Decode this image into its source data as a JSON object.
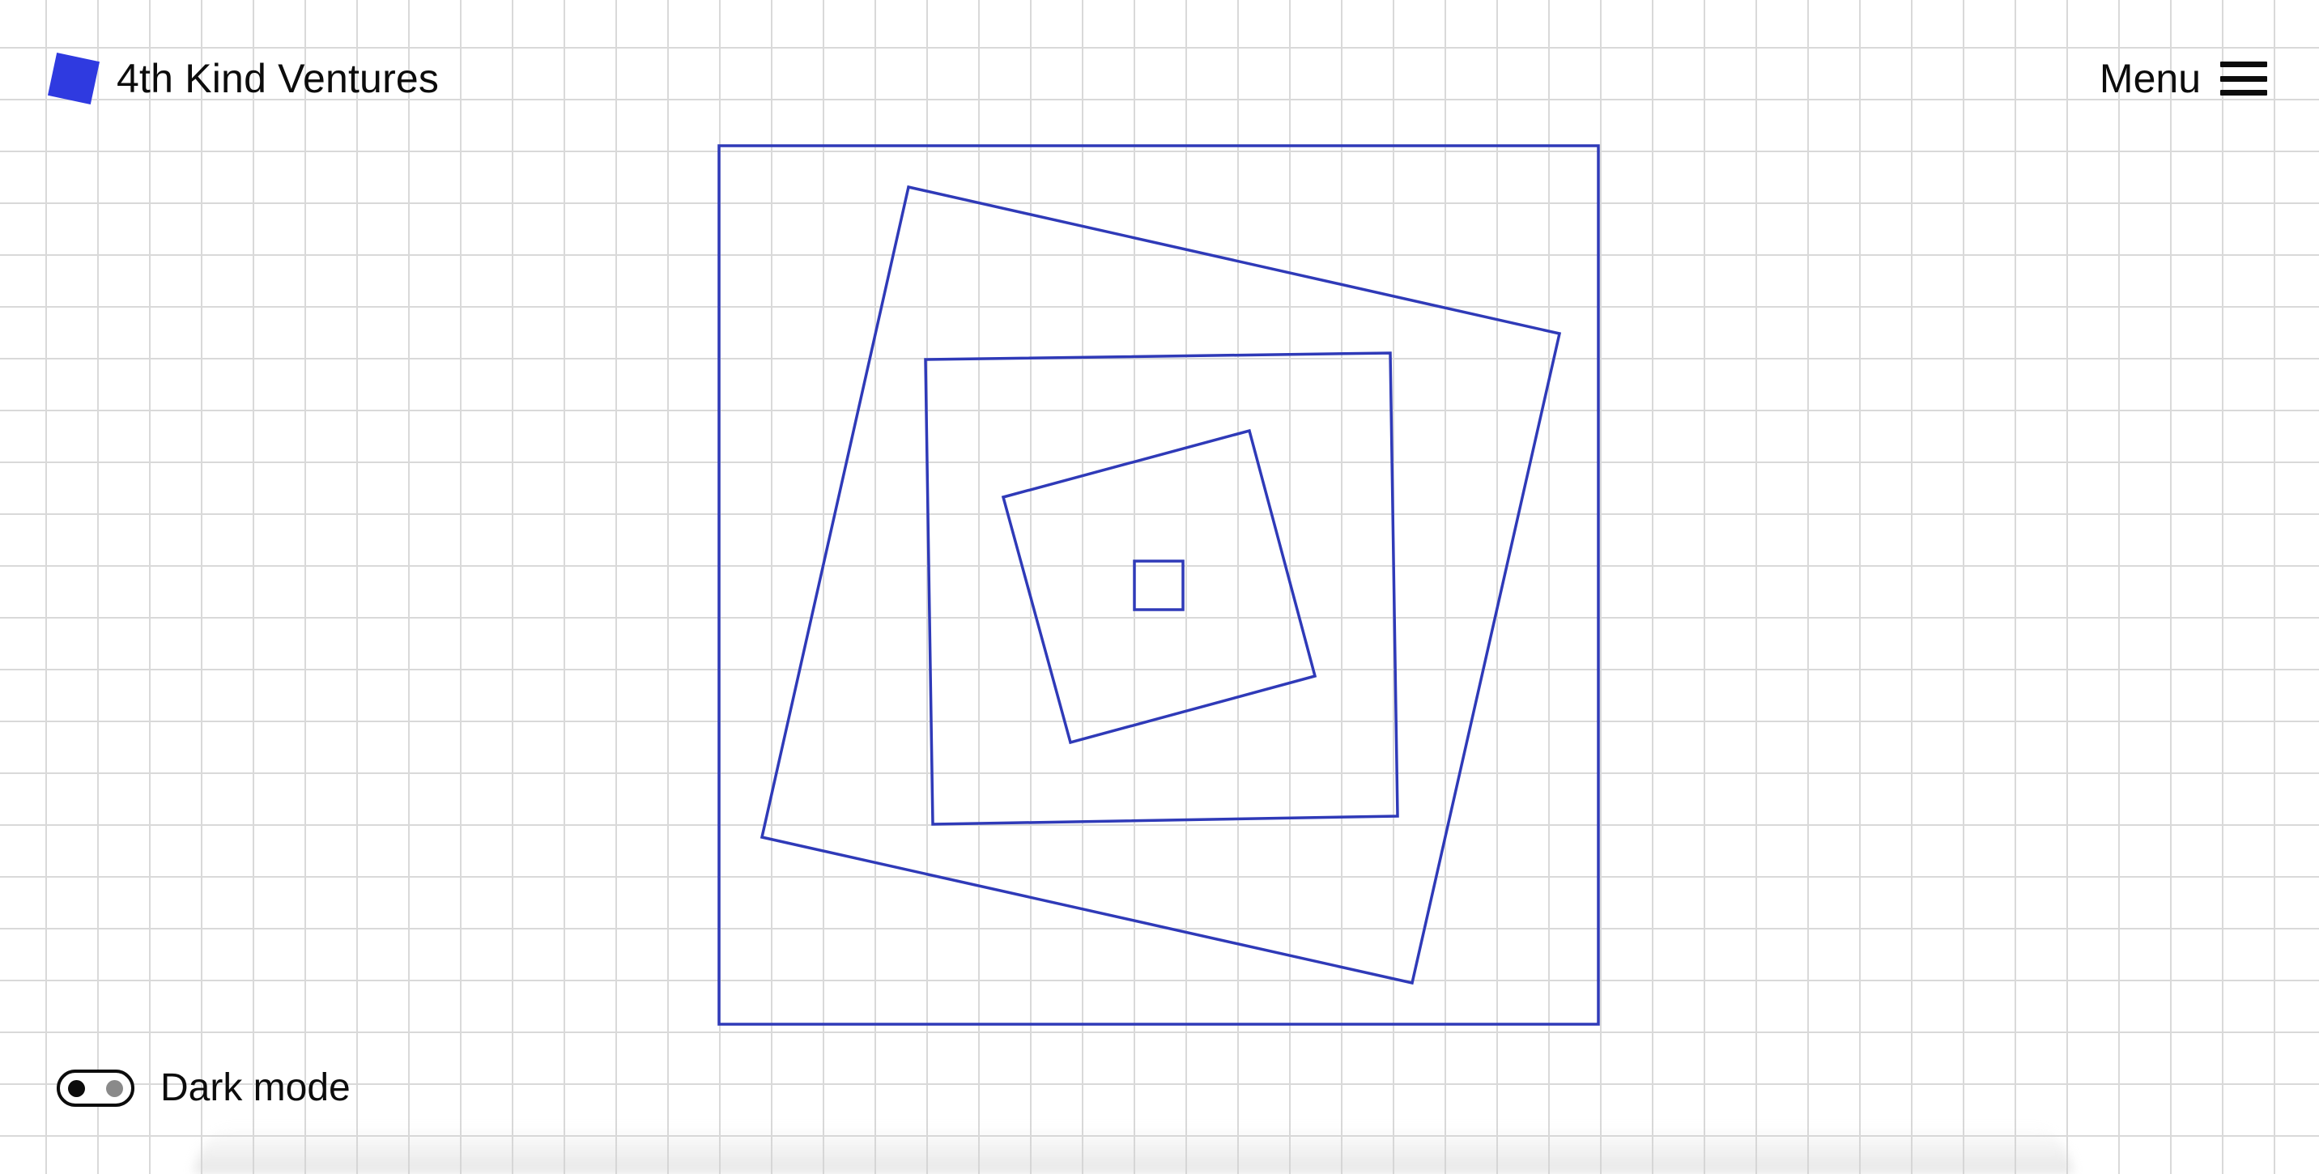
{
  "brand": {
    "name": "4th Kind Ventures",
    "logo_icon": "rotated-square-logo",
    "color": "#2f3ae0"
  },
  "header": {
    "menu_label": "Menu",
    "menu_icon": "hamburger-icon"
  },
  "hero": {
    "illustration": "nested-rotating-squares",
    "stroke_color": "#2f3ab8"
  },
  "footer": {
    "dark_mode_label": "Dark mode",
    "dark_mode_enabled": false
  },
  "colors": {
    "accent": "#2f3ae0",
    "text": "#0c0c0c",
    "grid": "#d9d9d9",
    "background": "#ffffff"
  }
}
